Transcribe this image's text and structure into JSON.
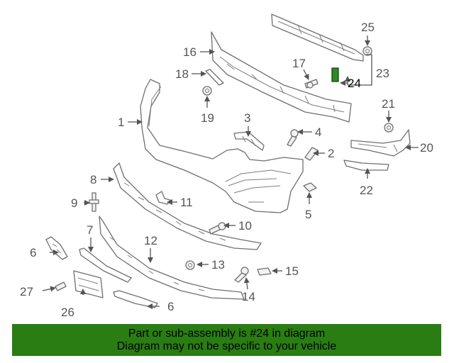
{
  "diagram": {
    "callouts": [
      "1",
      "2",
      "3",
      "4",
      "5",
      "6",
      "6",
      "7",
      "8",
      "9",
      "10",
      "11",
      "12",
      "13",
      "14",
      "15",
      "16",
      "17",
      "18",
      "19",
      "20",
      "21",
      "22",
      "23",
      "24",
      "25",
      "26",
      "27"
    ],
    "highlight_part": "24",
    "highlight_color": "#2e8b22",
    "line_color": "#6f6f6f"
  },
  "banner": {
    "line1": "Part or sub-assembly is #24 in diagram",
    "line2": "Diagram may not be specific to your vehicle",
    "background": "#2a7d12",
    "text_color": "#000000"
  }
}
